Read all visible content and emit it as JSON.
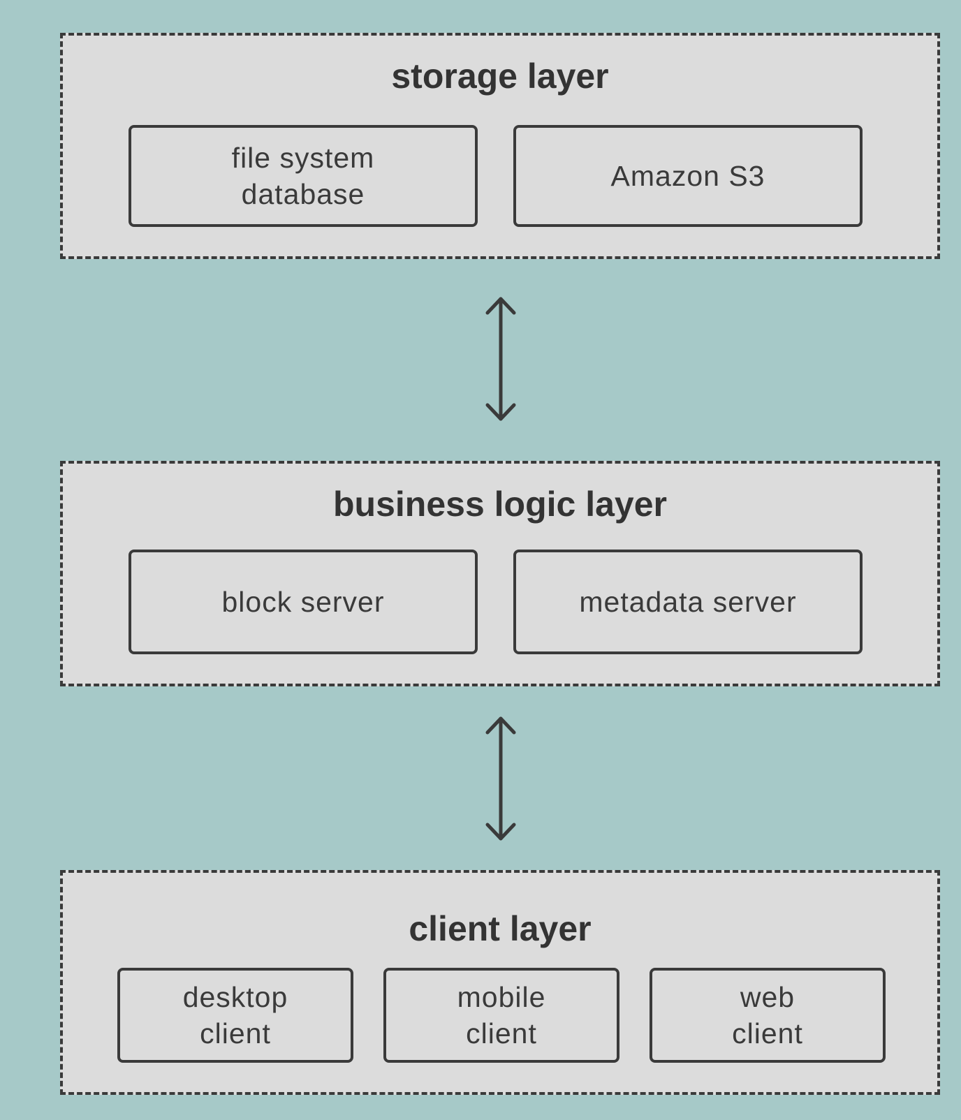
{
  "colors": {
    "background": "#a6c9c8",
    "layer_fill": "#dcdcdc",
    "stroke": "#3a3a3a"
  },
  "storage_layer": {
    "title": "storage layer",
    "components": [
      "file system\ndatabase",
      "Amazon S3"
    ]
  },
  "business_logic_layer": {
    "title": "business logic layer",
    "components": [
      "block server",
      "metadata server"
    ]
  },
  "client_layer": {
    "title": "client layer",
    "components": [
      "desktop\nclient",
      "mobile\nclient",
      "web\nclient"
    ]
  },
  "connectors": [
    {
      "from": "storage layer",
      "to": "business logic layer",
      "direction": "bidirectional",
      "icon": "double-arrow-icon"
    },
    {
      "from": "business logic layer",
      "to": "client layer",
      "direction": "bidirectional",
      "icon": "double-arrow-icon"
    }
  ]
}
